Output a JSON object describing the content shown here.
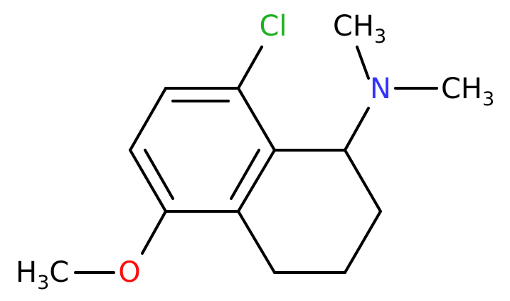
{
  "molecule": {
    "colors": {
      "bond": "#000000",
      "carbon_label": "#000000",
      "nitrogen": "#3333ff",
      "oxygen": "#ff0d0d",
      "chlorine": "#1fb01f"
    },
    "labels": {
      "chlorine": {
        "element": "Cl"
      },
      "nitrogen": {
        "element": "N"
      },
      "oxygen": {
        "element": "O"
      },
      "methyl_top": {
        "element": "CH",
        "count": "3"
      },
      "methyl_right": {
        "element": "CH",
        "count": "3"
      },
      "methoxy_methyl": {
        "prefix": "H",
        "count": "3",
        "element": "C"
      }
    }
  }
}
